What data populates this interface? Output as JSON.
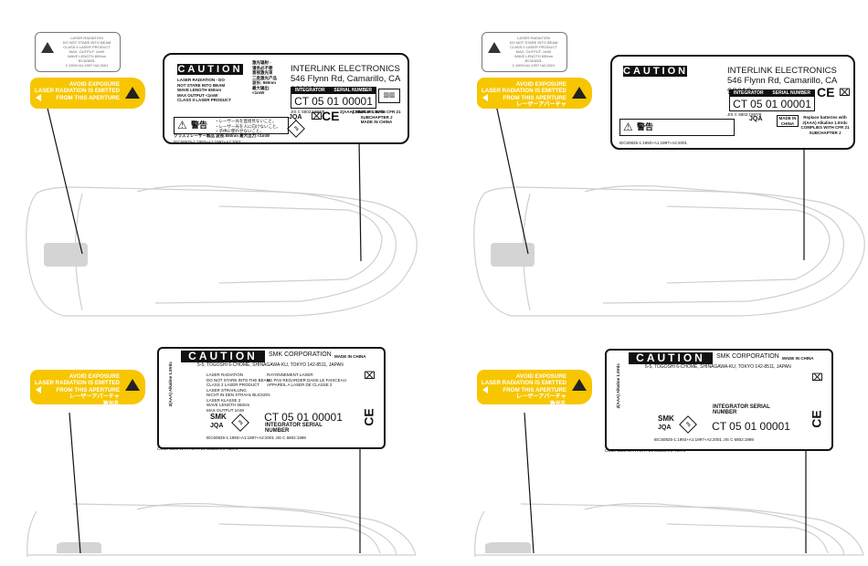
{
  "small_label": {
    "lines": [
      "LASER RADIATION",
      "DO NOT STARE INTO BEAM",
      "CLASS II LASER PRODUCT",
      "MAX. OUTPUT: 1mW",
      "WAVE LENGTH 650nm",
      "IEC60825-1:1993+A1:1997+A2:2001"
    ]
  },
  "yellow_label": {
    "line1": "AVOID EXPOSURE",
    "line2": "LASER RADIATION IS EMITTED",
    "line3": "FROM THIS APERTURE",
    "line4": "レーザーアパーチャ",
    "line5": "激光孔"
  },
  "label_a": {
    "caution": "CAUTION",
    "warn_lines": [
      "LASER RADIATION - DO",
      "NOT STARE INTO BEAM",
      "WAVE LENGTH 650nm",
      "MAX OUTPUT <1mW",
      "CLASS II LASER PRODUCT"
    ],
    "cn_lines": [
      "激光辐射 -",
      "请务必不要",
      "直视激光束",
      "二类激光产品",
      "波长: 650nm",
      "最大输出:",
      "<1mW"
    ],
    "company": "INTERLINK ELECTRONICS",
    "address": "546 Flynn Rd, Camarillo, CA 93012",
    "integrator": "INTEGRATOR",
    "serial_label": "SERIAL NUMBER",
    "serial": "CT 05 01 00001",
    "jis": "JIS C 6802:1997/8",
    "battery": "2(AAA) Alkaline 1.5Vdc",
    "complies": "COMPLIES WITH CFR 21 SUBCHAPTER J",
    "made": "MADE IN CHINA",
    "ce": "CE",
    "jp_warn": "警告",
    "jp_lines": [
      "・レーザー光を直接見ないこと。",
      "・レーザー光を人に向けないこと。",
      "・子供に使わせないこと。"
    ],
    "class_line": "クラス２レーザー製品 波長:650nm 最大出力:<1mW",
    "jqa": "JQA",
    "iec": "IEC60825-1:1993+A1:1997+A2:2001"
  },
  "label_b": {
    "caution": "CAUTION",
    "company": "INTERLINK ELECTRONICS",
    "address": "546 Flynn Rd, Camarillo, CA 93012",
    "integrator": "INTEGRATOR",
    "serial_label": "SERIAL NUMBER",
    "serial": "CT 05 01 00001",
    "jis": "JIS C 6802:1997/8",
    "made": "MADE IN CHINA",
    "replace": "Replace batteries with 2(AAA) Alkaline 1.5Vdc",
    "complies": "COMPLIES WITH CFR 21 SUBCHAPTER J",
    "ce": "CE",
    "jp_warn": "警告",
    "jqa": "JQA",
    "iec": "IEC60825-1:1993+A1:1997+A2:2001"
  },
  "label_c": {
    "caution": "CAUTION",
    "company": "SMK CORPORATION",
    "made": "MADE IN CHINA",
    "address": "5-5, TOGOSHI 6-CHOME, SHINAGAWA-KU, TOKYO 142-8511, JAPAN",
    "battery": "2(AAA) Alkaline 1.5Vdc",
    "left_lines": [
      "LASER RADIATION",
      "DO NOT STARE INTO THE BEAM",
      "CLASS 2 LASER PRODUCT",
      "LASER STRAHLUNG",
      "NICHT IN DEN STRAHL BLICKEN",
      "LASER KLASSE 2",
      "WAVE LENGTH 650nm",
      "MAX OUTPUT 1mW"
    ],
    "fr_lines": [
      "RAYONNEMENT LASER",
      "NE PAS REGARDER DANS LE FAISCEAU",
      "APPAREIL A LASER DE CLASSE 2"
    ],
    "integrator": "INTEGRATOR",
    "serial_label": "SERIAL NUMBER",
    "serial": "CT 05 01 00001",
    "iec": "IEC60825-1:1993+A1:1997+A2:2001",
    "jis": "JIS C 6802:1998",
    "complies": "COMPLIES WITH CFR 21 SUBCHAPTER J",
    "smk": "SMK",
    "jqa": "JQA",
    "ce": "CE"
  },
  "label_d": {
    "caution": "CAUTION",
    "company": "SMK CORPORATION",
    "made": "MADE IN CHINA",
    "address": "5-5, TOGOSHI 6-CHOME, SHINAGAWA-KU, TOKYO 142-8511, JAPAN",
    "battery": "2(AAA) Alkaline 1.5Vdc",
    "integrator": "INTEGRATOR",
    "serial_label": "SERIAL NUMBER",
    "serial": "CT 05 01 00001",
    "iec": "IEC60825-1:1993+A1:1997+A2:2001",
    "jis": "JIS C 6802:1998",
    "complies": "COMPLIES WITH CFR 21 SUBCHAPTER J",
    "smk": "SMK",
    "jqa": "JQA",
    "ce": "CE"
  },
  "colors": {
    "label_yellow": "#f7c600",
    "aperture_gray": "#d4d4d4",
    "outline": "#cfcfcf"
  }
}
